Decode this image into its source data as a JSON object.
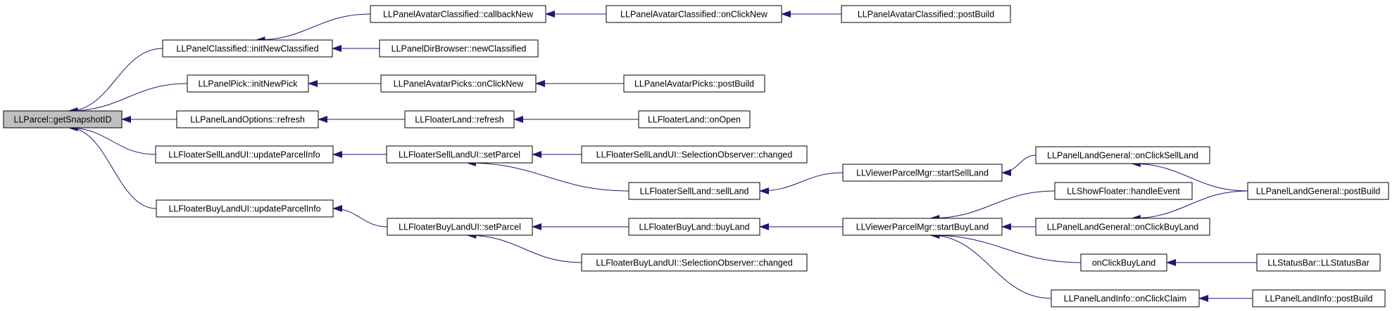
{
  "colors": {
    "edge": "#191970",
    "node_border": "#000000",
    "node_fill": "#ffffff",
    "root_fill": "#bfbfbf"
  },
  "nodes": [
    {
      "id": "n0",
      "label": "LLParcel::getSnapshotID",
      "root": true
    },
    {
      "id": "n1",
      "label": "LLPanelClassified::initNewClassified"
    },
    {
      "id": "n2",
      "label": "LLPanelPick::initNewPick"
    },
    {
      "id": "n3",
      "label": "LLPanelLandOptions::refresh"
    },
    {
      "id": "n4",
      "label": "LLFloaterSellLandUI::updateParcelInfo"
    },
    {
      "id": "n5",
      "label": "LLFloaterBuyLandUI::updateParcelInfo"
    },
    {
      "id": "n6",
      "label": "LLPanelAvatarClassified::callbackNew"
    },
    {
      "id": "n7",
      "label": "LLPanelDirBrowser::newClassified"
    },
    {
      "id": "n8",
      "label": "LLPanelAvatarPicks::onClickNew"
    },
    {
      "id": "n9",
      "label": "LLFloaterLand::refresh"
    },
    {
      "id": "n10",
      "label": "LLFloaterSellLandUI::setParcel"
    },
    {
      "id": "n11",
      "label": "LLFloaterBuyLandUI::setParcel"
    },
    {
      "id": "n12",
      "label": "LLPanelAvatarClassified::onClickNew"
    },
    {
      "id": "n13",
      "label": "LLPanelAvatarPicks::postBuild"
    },
    {
      "id": "n14",
      "label": "LLFloaterLand::onOpen"
    },
    {
      "id": "n15",
      "label": "LLFloaterSellLandUI::SelectionObserver::changed"
    },
    {
      "id": "n16",
      "label": "LLFloaterSellLand::sellLand"
    },
    {
      "id": "n17",
      "label": "LLFloaterBuyLand::buyLand"
    },
    {
      "id": "n18",
      "label": "LLFloaterBuyLandUI::SelectionObserver::changed"
    },
    {
      "id": "n19",
      "label": "LLPanelAvatarClassified::postBuild"
    },
    {
      "id": "n20",
      "label": "LLViewerParcelMgr::startSellLand"
    },
    {
      "id": "n21",
      "label": "LLViewerParcelMgr::startBuyLand"
    },
    {
      "id": "n22",
      "label": "LLPanelLandGeneral::onClickSellLand"
    },
    {
      "id": "n23",
      "label": "LLShowFloater::handleEvent"
    },
    {
      "id": "n24",
      "label": "LLPanelLandGeneral::onClickBuyLand"
    },
    {
      "id": "n25",
      "label": "onClickBuyLand"
    },
    {
      "id": "n26",
      "label": "LLPanelLandInfo::onClickClaim"
    },
    {
      "id": "n27",
      "label": "LLPanelLandGeneral::postBuild"
    },
    {
      "id": "n28",
      "label": "LLStatusBar::LLStatusBar"
    },
    {
      "id": "n29",
      "label": "LLPanelLandInfo::postBuild"
    }
  ],
  "edges": [
    {
      "from": "n1",
      "to": "n0"
    },
    {
      "from": "n2",
      "to": "n0"
    },
    {
      "from": "n3",
      "to": "n0"
    },
    {
      "from": "n4",
      "to": "n0"
    },
    {
      "from": "n5",
      "to": "n0"
    },
    {
      "from": "n6",
      "to": "n1"
    },
    {
      "from": "n7",
      "to": "n1"
    },
    {
      "from": "n8",
      "to": "n2"
    },
    {
      "from": "n9",
      "to": "n3"
    },
    {
      "from": "n10",
      "to": "n4"
    },
    {
      "from": "n11",
      "to": "n5"
    },
    {
      "from": "n12",
      "to": "n6"
    },
    {
      "from": "n19",
      "to": "n12"
    },
    {
      "from": "n13",
      "to": "n8"
    },
    {
      "from": "n14",
      "to": "n9"
    },
    {
      "from": "n15",
      "to": "n10"
    },
    {
      "from": "n16",
      "to": "n10"
    },
    {
      "from": "n17",
      "to": "n11"
    },
    {
      "from": "n18",
      "to": "n11"
    },
    {
      "from": "n20",
      "to": "n16"
    },
    {
      "from": "n21",
      "to": "n17"
    },
    {
      "from": "n22",
      "to": "n20"
    },
    {
      "from": "n23",
      "to": "n21"
    },
    {
      "from": "n24",
      "to": "n21"
    },
    {
      "from": "n25",
      "to": "n21"
    },
    {
      "from": "n26",
      "to": "n21"
    },
    {
      "from": "n27",
      "to": "n22"
    },
    {
      "from": "n27",
      "to": "n24"
    },
    {
      "from": "n28",
      "to": "n25"
    },
    {
      "from": "n29",
      "to": "n26"
    }
  ]
}
